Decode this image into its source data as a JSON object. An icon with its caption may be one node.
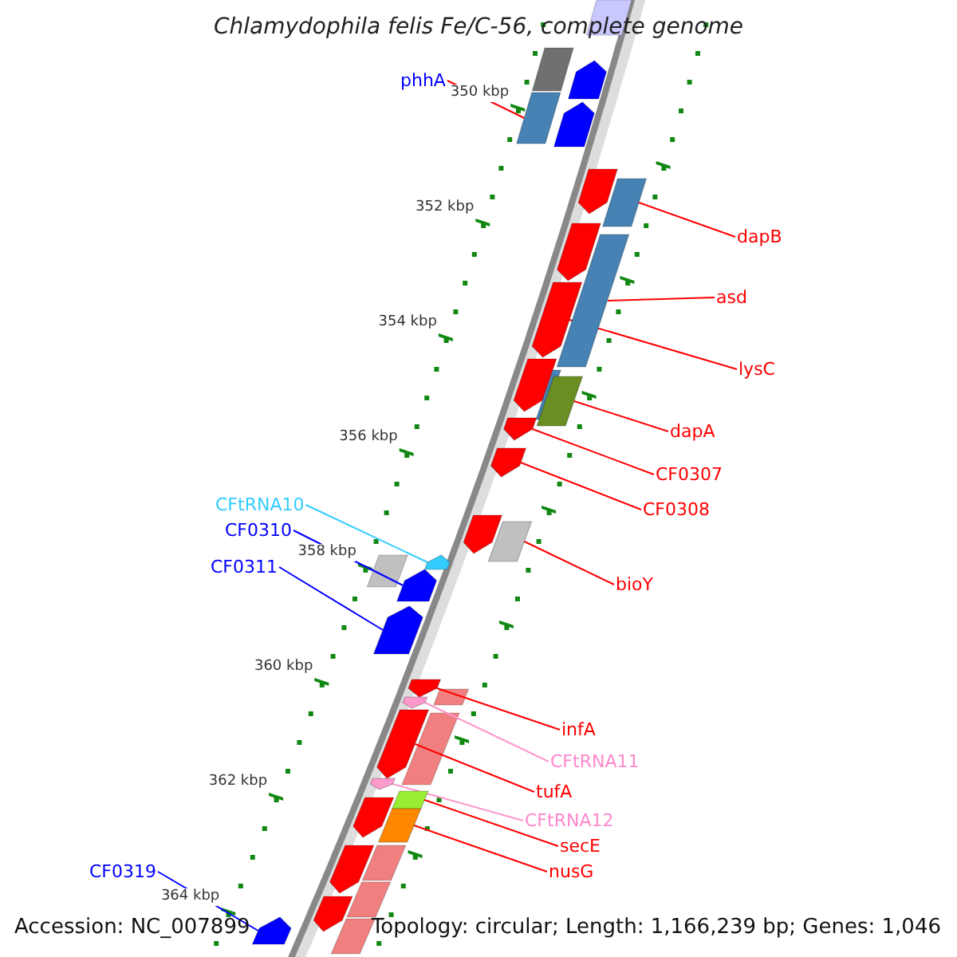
{
  "diagram": {
    "title": "Chlamydophila felis Fe/C-56, complete genome",
    "nodes": [
      {
        "text": [
          "phhA"
        ]
      },
      {
        "text": [
          "dapB"
        ]
      },
      {
        "text": [
          "asd"
        ]
      },
      {
        "text": [
          "lysC"
        ]
      },
      {
        "text": [
          "dapA"
        ]
      },
      {
        "text": [
          "CF0307"
        ]
      },
      {
        "text": [
          "CF0308"
        ]
      },
      {
        "text": [
          "bioY"
        ]
      },
      {
        "text": [
          "CFtRNA10"
        ]
      },
      {
        "text": [
          "CF0310"
        ]
      },
      {
        "text": [
          "CF0311"
        ]
      },
      {
        "text": [
          "infA"
        ]
      },
      {
        "text": [
          "CFtRNA11"
        ]
      },
      {
        "text": [
          "tufA"
        ]
      },
      {
        "text": [
          "CFtRNA12"
        ]
      },
      {
        "text": [
          "secE"
        ]
      },
      {
        "text": [
          "nusG"
        ]
      },
      {
        "text": [
          "CF0319"
        ]
      },
      {
        "text": [],
        "shape": "box"
      },
      {
        "text": [],
        "shape": "box"
      },
      {
        "text": [],
        "shape": "box"
      },
      {
        "text": [],
        "shape": "arrow"
      },
      {
        "text": [],
        "shape": "box"
      },
      {
        "text": [],
        "shape": "arrow"
      },
      {
        "text": [],
        "shape": "arrow"
      },
      {
        "text": [],
        "shape": "box"
      },
      {
        "text": [],
        "shape": "arrow"
      },
      {
        "text": [],
        "shape": "arrow"
      },
      {
        "text": [],
        "shape": "arrow"
      },
      {
        "text": [],
        "shape": "arrow"
      },
      {
        "text": [],
        "shape": "arrow"
      },
      {
        "text": [],
        "shape": "arrow"
      },
      {
        "text": [],
        "shape": "arrow"
      },
      {
        "text": [],
        "shape": "box"
      },
      {
        "text": [],
        "shape": "box"
      },
      {
        "text": [],
        "shape": "arrow"
      }
    ],
    "edges": [
      {
        "from": 0,
        "to": 18,
        "arrow": "none"
      },
      {
        "from": 1,
        "to": 19,
        "arrow": "none"
      },
      {
        "from": 2,
        "to": 20,
        "arrow": "none"
      },
      {
        "from": 3,
        "to": 21,
        "arrow": "none"
      },
      {
        "from": 4,
        "to": 22,
        "arrow": "none"
      },
      {
        "from": 5,
        "to": 23,
        "arrow": "none"
      },
      {
        "from": 6,
        "to": 24,
        "arrow": "none"
      },
      {
        "from": 7,
        "to": 25,
        "arrow": "none"
      },
      {
        "from": 8,
        "to": 26,
        "arrow": "none",
        "color": "#33ccff"
      },
      {
        "from": 9,
        "to": 27,
        "arrow": "none",
        "color": "#0000ff"
      },
      {
        "from": 10,
        "to": 28,
        "arrow": "none",
        "color": "#0000ff"
      },
      {
        "from": 11,
        "to": 29,
        "arrow": "none"
      },
      {
        "from": 12,
        "to": 30,
        "arrow": "none",
        "color": "#ff99cc"
      },
      {
        "from": 13,
        "to": 31,
        "arrow": "none"
      },
      {
        "from": 14,
        "to": 32,
        "arrow": "none",
        "color": "#ff99cc"
      },
      {
        "from": 15,
        "to": 33,
        "arrow": "none"
      },
      {
        "from": 16,
        "to": 34,
        "arrow": "none"
      },
      {
        "from": 17,
        "to": 35,
        "arrow": "none",
        "color": "#0000ff"
      }
    ],
    "labels": [
      "350 kbp",
      "352 kbp",
      "354 kbp",
      "356 kbp",
      "358 kbp",
      "360 kbp",
      "362 kbp",
      "364 kbp",
      "Accession: NC_007899",
      "Topology: circular; Length: 1,166,239 bp; Genes: 1,046"
    ]
  }
}
